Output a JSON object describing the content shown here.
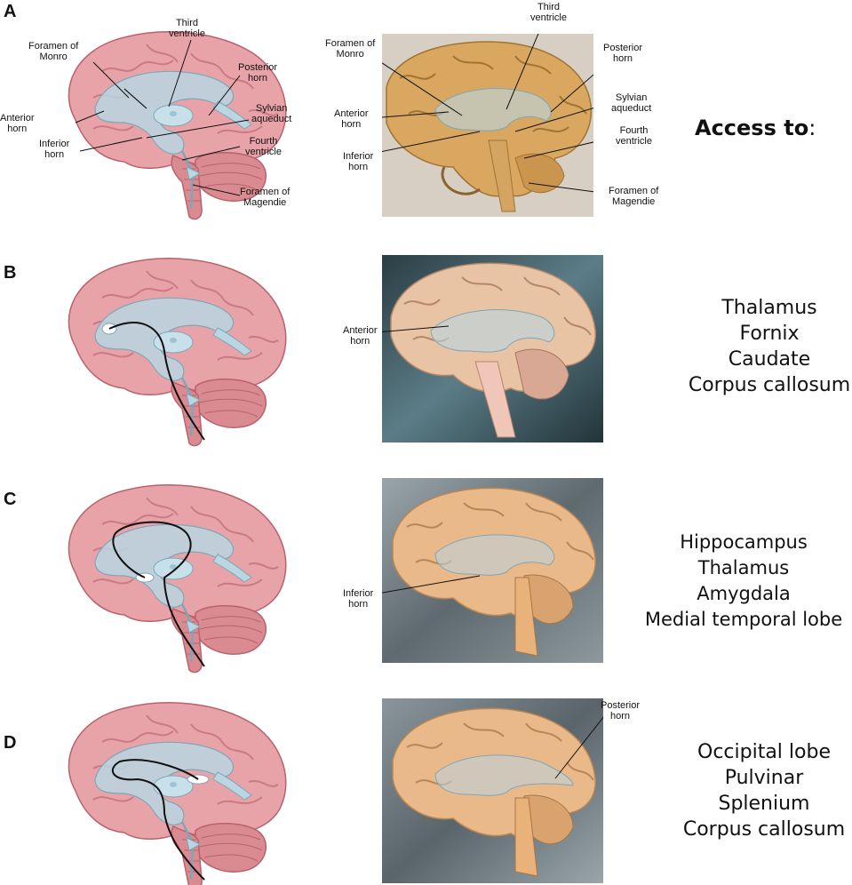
{
  "panels": {
    "a": {
      "letter": "A",
      "illustration_labels": {
        "third_ventricle": "Third\nventricle",
        "foramen_monro": "Foramen of\nMonro",
        "posterior_horn": "Posterior\nhorn",
        "sylvian_aqueduct": "Sylvian\naqueduct",
        "anterior_horn": "Anterior\nhorn",
        "inferior_horn": "Inferior\nhorn",
        "fourth_ventricle": "Fourth\nventricle",
        "foramen_magendie": "Foramen of\nMagendie"
      },
      "photo_labels": {
        "third_ventricle": "Third\nventricle",
        "foramen_monro": "Foramen of\nMonro",
        "posterior_horn": "Posterior\nhorn",
        "sylvian_aqueduct": "Sylvian\naqueduct",
        "anterior_horn": "Anterior\nhorn",
        "inferior_horn": "Inferior\nhorn",
        "fourth_ventricle": "Fourth\nventricle",
        "foramen_magendie": "Foramen of\nMagendie"
      },
      "access_title": "Access to",
      "access_colon": ":"
    },
    "b": {
      "letter": "B",
      "photo_label": "Anterior\nhorn",
      "access": [
        "Thalamus",
        "Fornix",
        "Caudate",
        "Corpus callosum"
      ]
    },
    "c": {
      "letter": "C",
      "photo_label": "Inferior\nhorn",
      "access": [
        "Hippocampus",
        "Thalamus",
        "Amygdala",
        "Medial temporal lobe"
      ]
    },
    "d": {
      "letter": "D",
      "photo_label": "Posterior\nhorn",
      "access": [
        "Occipital lobe",
        "Pulvinar",
        "Splenium",
        "Corpus callosum"
      ]
    }
  },
  "colors": {
    "brain_fill": "#e8a3a8",
    "brain_stroke": "#b9626c",
    "ventricle_fill": "#b9d6e2",
    "ventricle_stroke": "#7fa6b8",
    "photo_brain": "#d9b07a",
    "photo_bg_a": "#cfc6bb",
    "photo_bg_b": "#2f4a52",
    "photo_bg_c": "#7a868c",
    "photo_bg_d": "#6e7a80",
    "catheter": "#111111"
  }
}
